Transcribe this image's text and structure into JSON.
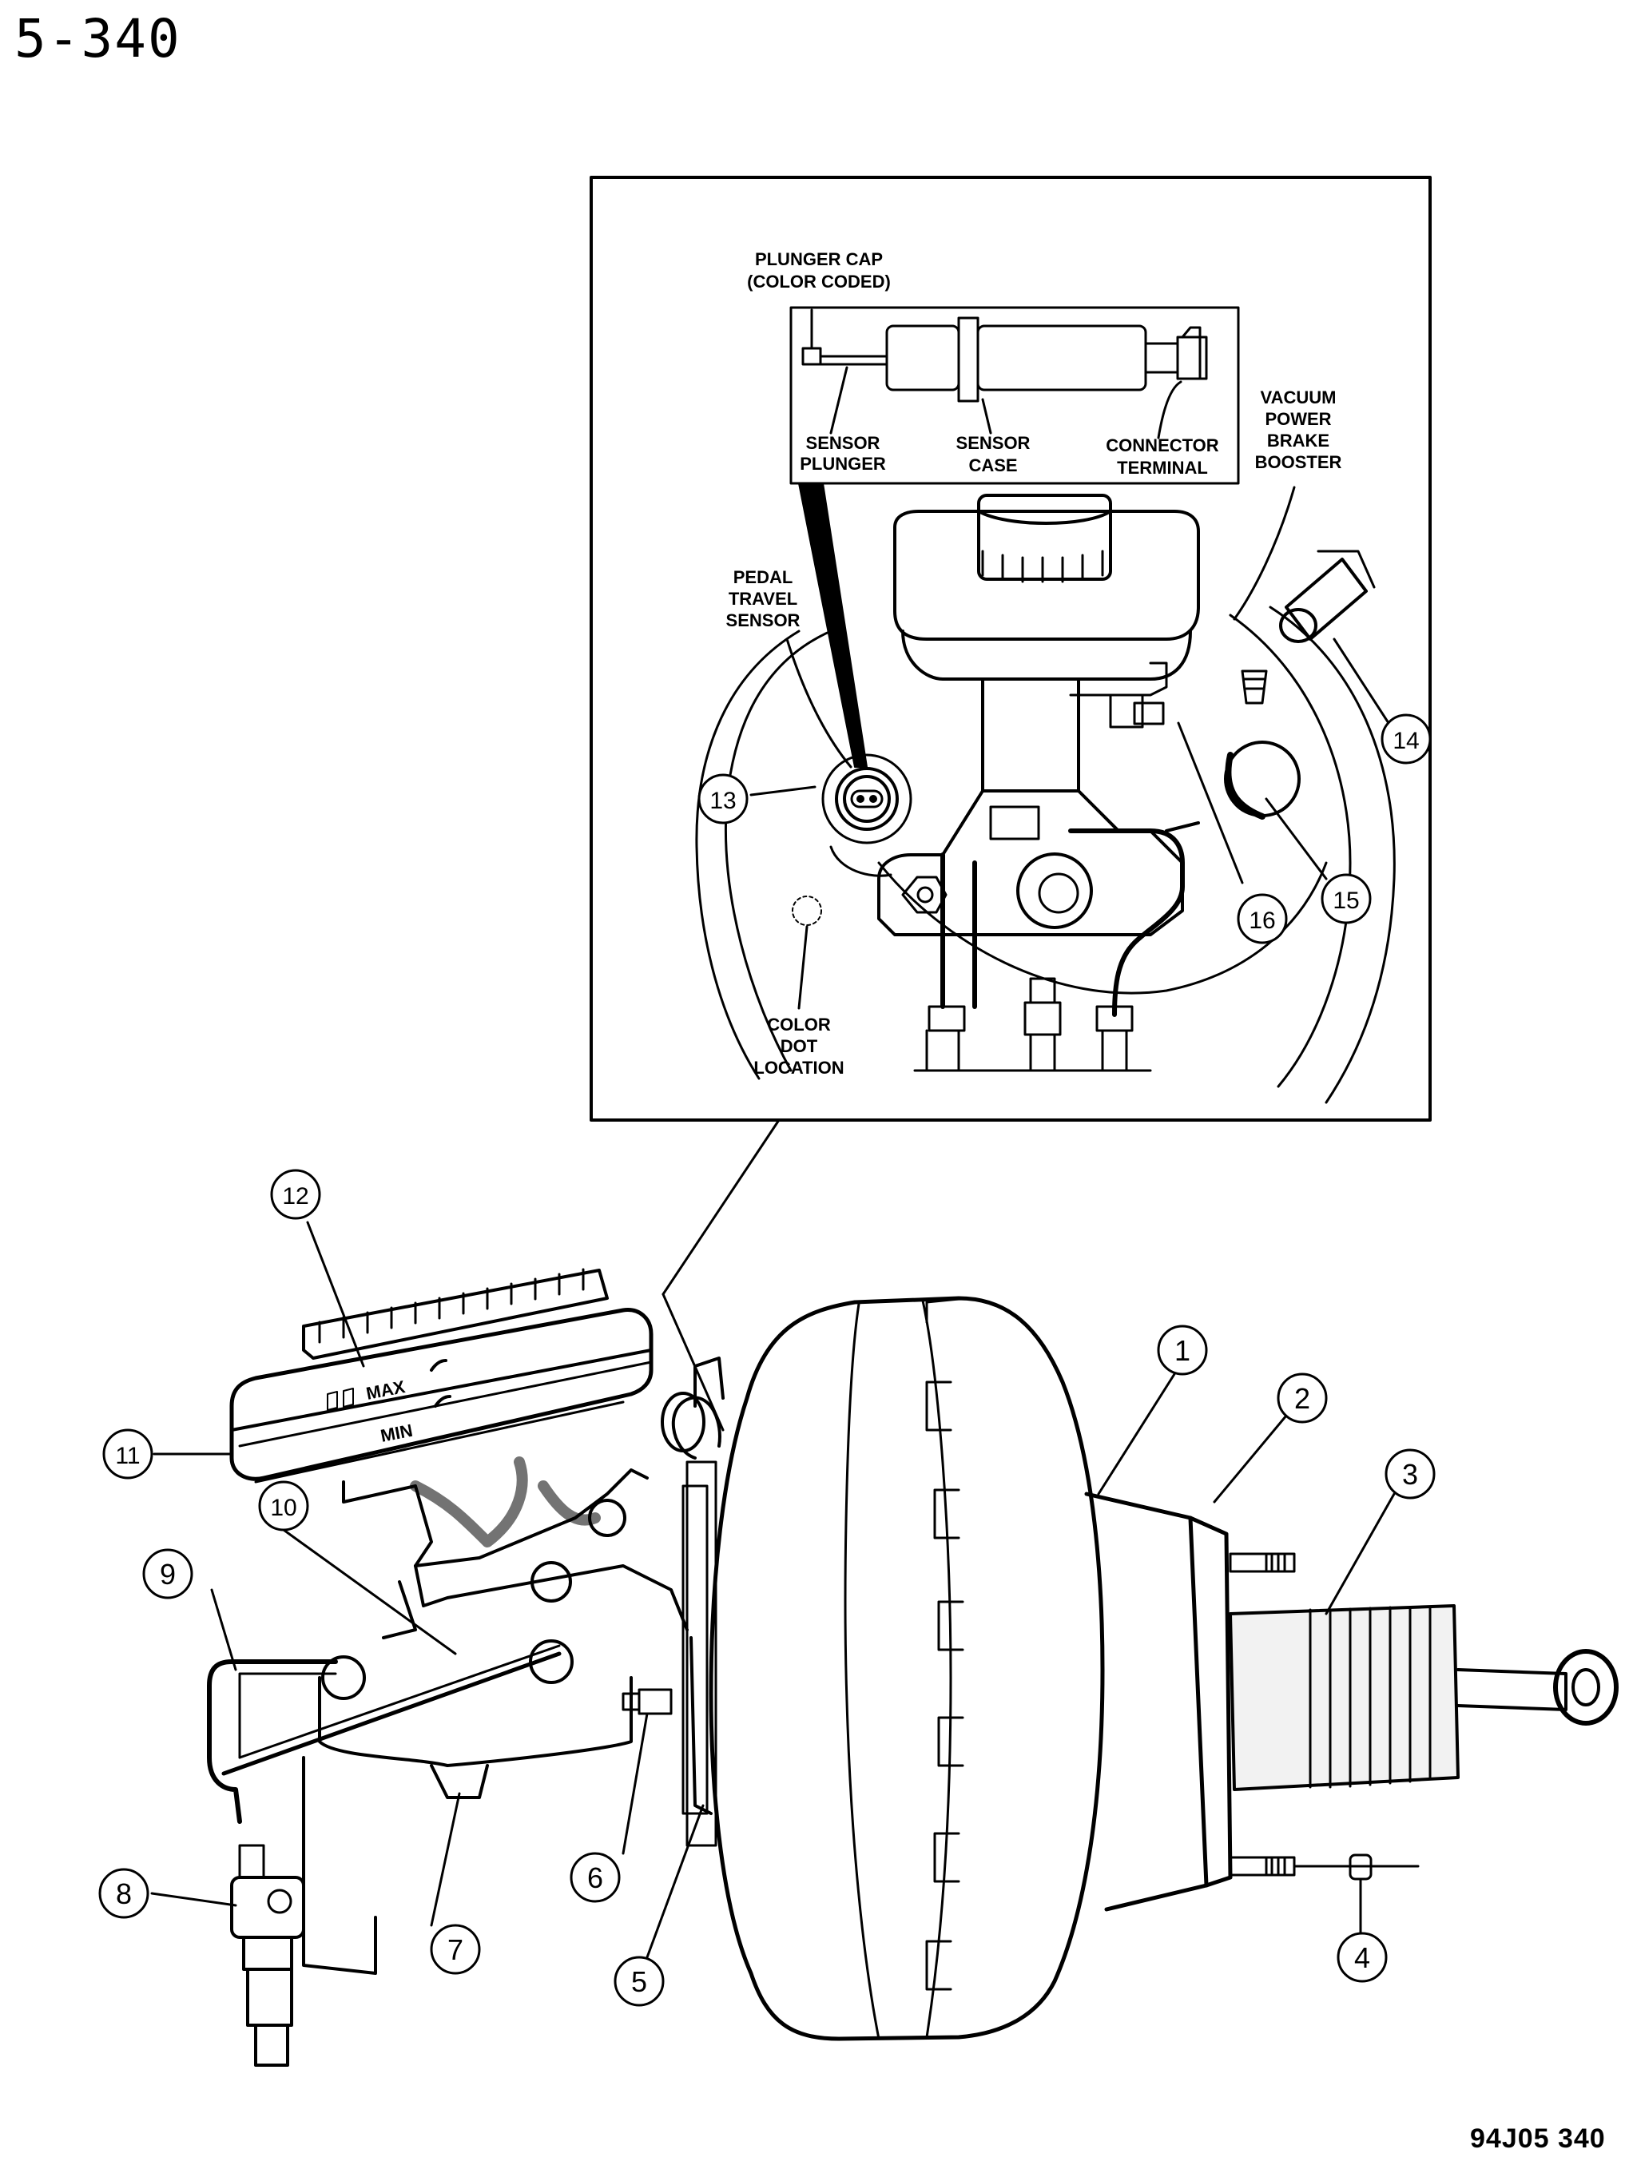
{
  "page": {
    "page_number": "5-340",
    "figure_code": "94J05  340"
  },
  "inset": {
    "plunger_cap_line1": "PLUNGER CAP",
    "plunger_cap_line2": "(COLOR CODED)",
    "sensor_plunger_line1": "SENSOR",
    "sensor_plunger_line2": "PLUNGER",
    "sensor_case_line1": "SENSOR",
    "sensor_case_line2": "CASE",
    "connector_terminal_line1": "CONNECTOR",
    "connector_terminal_line2": "TERMINAL",
    "vacuum_line1": "VACUUM",
    "vacuum_line2": "POWER",
    "vacuum_line3": "BRAKE",
    "vacuum_line4": "BOOSTER",
    "pedal_line1": "PEDAL",
    "pedal_line2": "TRAVEL",
    "pedal_line3": "SENSOR",
    "color_dot_line1": "COLOR",
    "color_dot_line2": "DOT",
    "color_dot_line3": "LOCATION"
  },
  "reservoir": {
    "max_label": "MAX",
    "min_label": "MIN"
  },
  "callouts": {
    "c1": "1",
    "c2": "2",
    "c3": "3",
    "c4": "4",
    "c5": "5",
    "c6": "6",
    "c7": "7",
    "c8": "8",
    "c9": "9",
    "c10": "10",
    "c11": "11",
    "c12": "12",
    "c13": "13",
    "c14": "14",
    "c15": "15",
    "c16": "16"
  }
}
